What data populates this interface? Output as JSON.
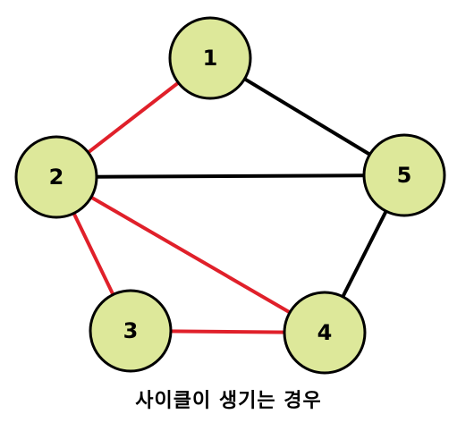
{
  "caption": "사이클이 생기는 경우",
  "colors": {
    "node_fill": "#dde89a",
    "node_stroke": "#000000",
    "edge_normal": "#000000",
    "edge_cycle": "#e0202a"
  },
  "nodes": [
    {
      "id": "1",
      "label": "1"
    },
    {
      "id": "2",
      "label": "2"
    },
    {
      "id": "3",
      "label": "3"
    },
    {
      "id": "4",
      "label": "4"
    },
    {
      "id": "5",
      "label": "5"
    }
  ],
  "edges": [
    {
      "from": "1",
      "to": "2",
      "cycle": true
    },
    {
      "from": "1",
      "to": "5",
      "cycle": false
    },
    {
      "from": "2",
      "to": "5",
      "cycle": false
    },
    {
      "from": "2",
      "to": "3",
      "cycle": true
    },
    {
      "from": "2",
      "to": "4",
      "cycle": true
    },
    {
      "from": "3",
      "to": "4",
      "cycle": true
    },
    {
      "from": "4",
      "to": "5",
      "cycle": false
    }
  ]
}
